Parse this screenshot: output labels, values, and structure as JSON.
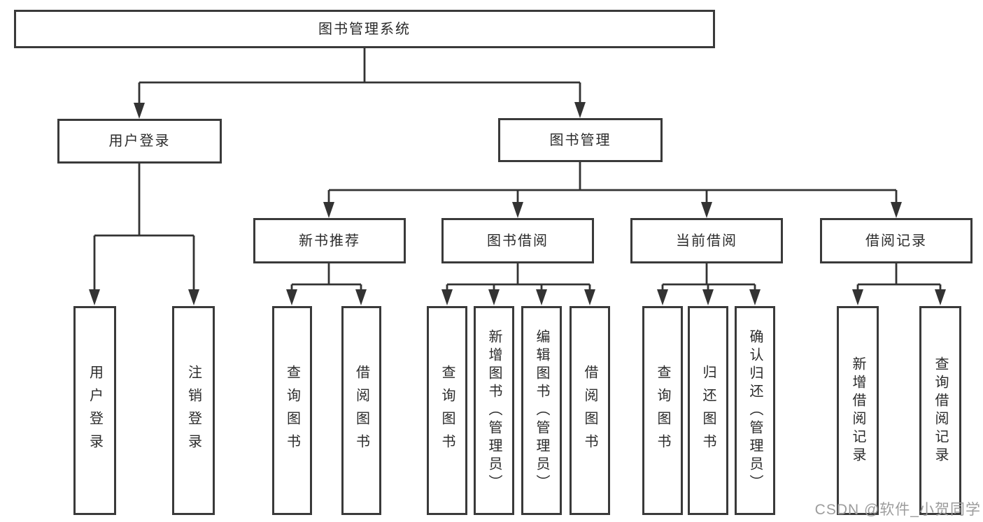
{
  "diagram": {
    "tree": {
      "root": {
        "label": "图书管理系统",
        "children": [
          {
            "label": "用户登录",
            "children": [
              {
                "label": "用户登录"
              },
              {
                "label": "注销登录"
              }
            ]
          },
          {
            "label": "图书管理",
            "children": [
              {
                "label": "新书推荐",
                "children": [
                  {
                    "label": "查询图书"
                  },
                  {
                    "label": "借阅图书"
                  }
                ]
              },
              {
                "label": "图书借阅",
                "children": [
                  {
                    "label": "查询图书"
                  },
                  {
                    "label": "新增图书（管理员）"
                  },
                  {
                    "label": "编辑图书（管理员）"
                  },
                  {
                    "label": "借阅图书"
                  }
                ]
              },
              {
                "label": "当前借阅",
                "children": [
                  {
                    "label": "查询图书"
                  },
                  {
                    "label": "归还图书"
                  },
                  {
                    "label": "确认归还（管理员）"
                  }
                ]
              },
              {
                "label": "借阅记录",
                "children": [
                  {
                    "label": "新增借阅记录"
                  },
                  {
                    "label": "查询借阅记录"
                  }
                ]
              }
            ]
          }
        ]
      }
    },
    "style": {
      "line_color": "#333333",
      "box_border_color": "#3a3a3a",
      "box_fill": "#ffffff",
      "text_color": "#2b2b2b",
      "background": "#ffffff",
      "watermark_color": "#9c9c9c"
    }
  },
  "watermark": {
    "text": "CSDN @软件_小贺同学"
  }
}
